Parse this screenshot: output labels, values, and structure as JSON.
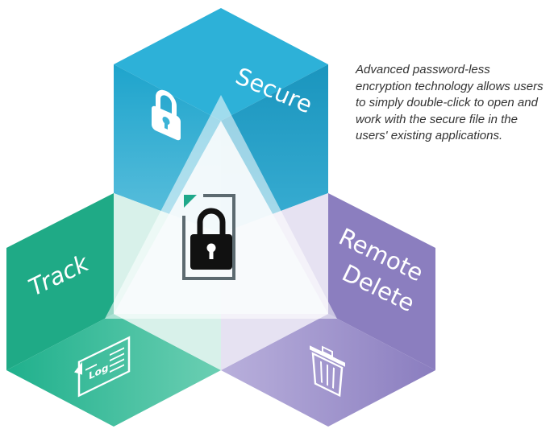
{
  "diagram": {
    "caption": "Advanced password-less encryption technology allows users to simply double-click to open and work with the secure file in the users' existing applications.",
    "segments": {
      "secure": {
        "label": "Secure",
        "icon": "padlock-icon",
        "color": "#19a0c7"
      },
      "track": {
        "label": "Track",
        "icon": "log-document-icon",
        "color": "#1fb28e"
      },
      "remote_delete": {
        "label_line1": "Remote",
        "label_line2": "Delete",
        "icon": "trash-can-icon",
        "color": "#8c7fc0"
      },
      "center": {
        "icon": "secure-file-lock-icon"
      }
    }
  }
}
